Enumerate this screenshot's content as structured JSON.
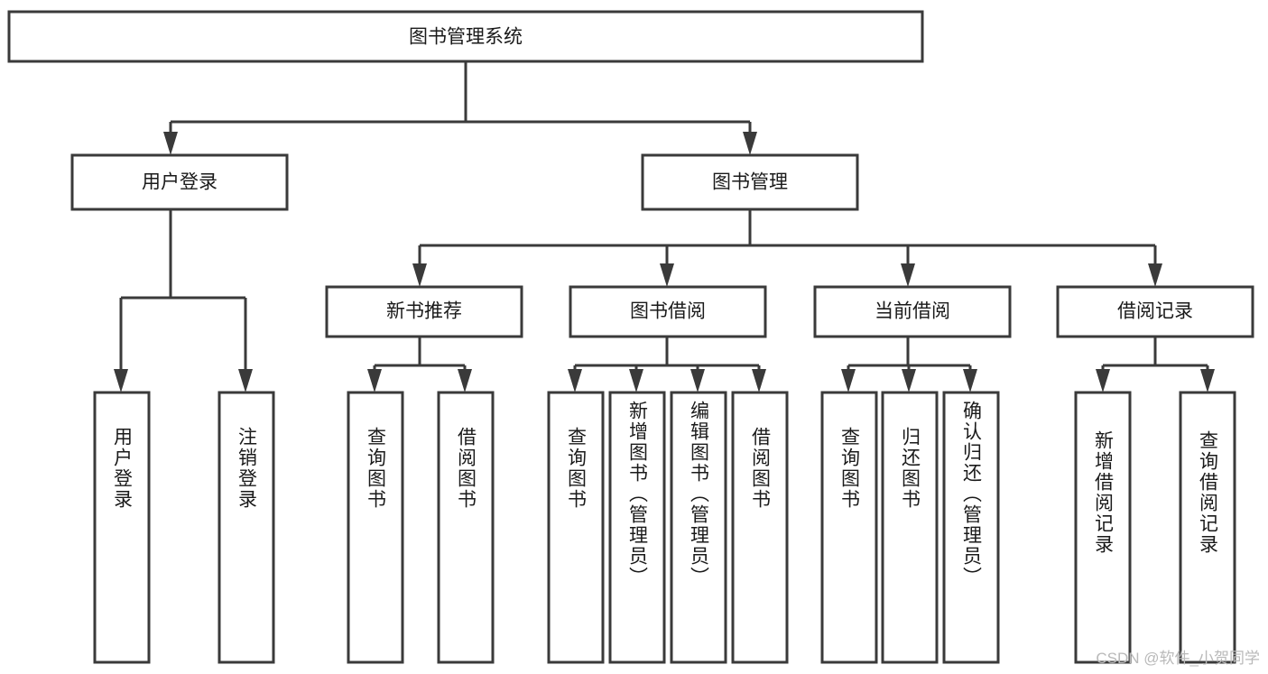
{
  "diagram": {
    "type": "hierarchy-tree",
    "title": "图书管理系统",
    "orientation": "top-down",
    "colors": {
      "box_stroke": "#3a3a3a",
      "box_fill": "#ffffff",
      "connector": "#3a3a3a",
      "text": "#1a1a1a",
      "watermark": "#b9b9b9",
      "background": "#ffffff"
    },
    "root": {
      "label": "图书管理系统"
    },
    "level1": [
      {
        "label": "用户登录"
      },
      {
        "label": "图书管理"
      }
    ],
    "level2": [
      {
        "label": "新书推荐"
      },
      {
        "label": "图书借阅"
      },
      {
        "label": "当前借阅"
      },
      {
        "label": "借阅记录"
      }
    ],
    "leaves": {
      "user_login": [
        {
          "label": "用户登录"
        },
        {
          "label": "注销登录"
        }
      ],
      "new_book_recommend": [
        {
          "label": "查询图书"
        },
        {
          "label": "借阅图书"
        }
      ],
      "book_borrow": [
        {
          "label": "查询图书"
        },
        {
          "label": "新增图书（管理员）"
        },
        {
          "label": "编辑图书（管理员）"
        },
        {
          "label": "借阅图书"
        }
      ],
      "current_borrow": [
        {
          "label": "查询图书"
        },
        {
          "label": "归还图书"
        },
        {
          "label": "确认归还（管理员）"
        }
      ],
      "borrow_record": [
        {
          "label": "新增借阅记录"
        },
        {
          "label": "查询借阅记录"
        }
      ]
    }
  },
  "watermark": {
    "text": "CSDN @软件_小贺同学"
  }
}
